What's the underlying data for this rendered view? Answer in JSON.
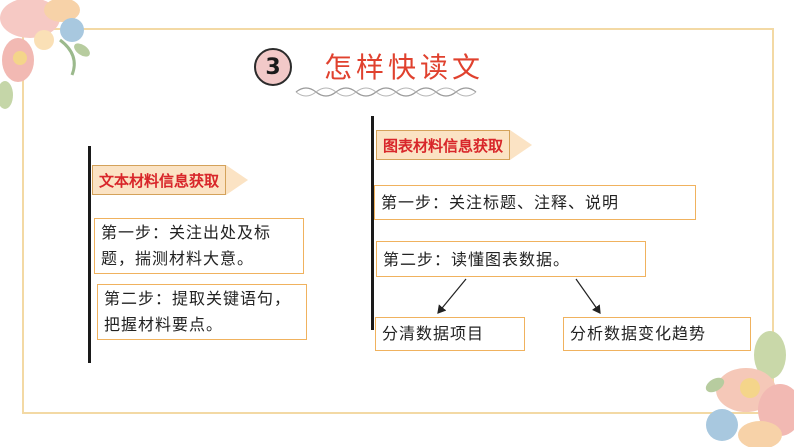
{
  "title": {
    "number": "3",
    "text": "怎样快读文"
  },
  "left": {
    "tag": "文本材料信息获取",
    "steps": [
      "第一步：关注出处及标题，揣测材料大意。",
      "第二步：提取关键语句，把握材料要点。"
    ]
  },
  "right": {
    "tag": "图表材料信息获取",
    "steps": [
      "第一步：关注标题、注释、说明",
      "第二步：读懂图表数据。"
    ],
    "branches": [
      "分清数据项目",
      "分析数据变化趋势"
    ]
  },
  "colors": {
    "accent": "#e0412e",
    "tag_text": "#d8262a",
    "box_border": "#f0b25e",
    "frame": "#f3d9a4"
  }
}
